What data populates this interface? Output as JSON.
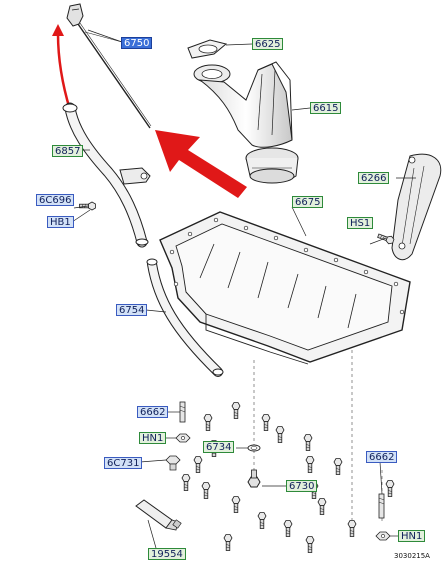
{
  "diagram": {
    "reference_code": "3030215A",
    "colors": {
      "arrow_red": "#e01818",
      "line_art": "#222222",
      "label_blue_fill": "#d2e1f7",
      "label_green_fill": "#e2f0dc",
      "label_selected_fill": "#3a6fd8"
    },
    "labels": [
      {
        "id": "dipstick-tube-upper",
        "text": "6750",
        "style": "selected"
      },
      {
        "id": "oil-pump-gasket",
        "text": "6625",
        "style": "green"
      },
      {
        "id": "oil-pump-pickup",
        "text": "6615",
        "style": "green"
      },
      {
        "id": "dipstick-tube",
        "text": "6857",
        "style": "green"
      },
      {
        "id": "tube-bolt",
        "text": "6C696",
        "style": "blue"
      },
      {
        "id": "tube-bolt-hb1",
        "text": "HB1",
        "style": "blue"
      },
      {
        "id": "baffle",
        "text": "6266",
        "style": "green"
      },
      {
        "id": "oil-pan",
        "text": "6675",
        "style": "green"
      },
      {
        "id": "bolt-hs1",
        "text": "HS1",
        "style": "green"
      },
      {
        "id": "dipstick-tube-lower",
        "text": "6754",
        "style": "blue"
      },
      {
        "id": "stud-left",
        "text": "6662",
        "style": "blue"
      },
      {
        "id": "nut-hn1-left",
        "text": "HN1",
        "style": "green"
      },
      {
        "id": "drain-plug-gasket",
        "text": "6734",
        "style": "green"
      },
      {
        "id": "sensor-6c731",
        "text": "6C731",
        "style": "blue"
      },
      {
        "id": "drain-plug",
        "text": "6730",
        "style": "green"
      },
      {
        "id": "stud-right",
        "text": "6662",
        "style": "blue"
      },
      {
        "id": "nut-hn1-right",
        "text": "HN1",
        "style": "green"
      },
      {
        "id": "sealant-tube",
        "text": "19554",
        "style": "green"
      }
    ]
  }
}
